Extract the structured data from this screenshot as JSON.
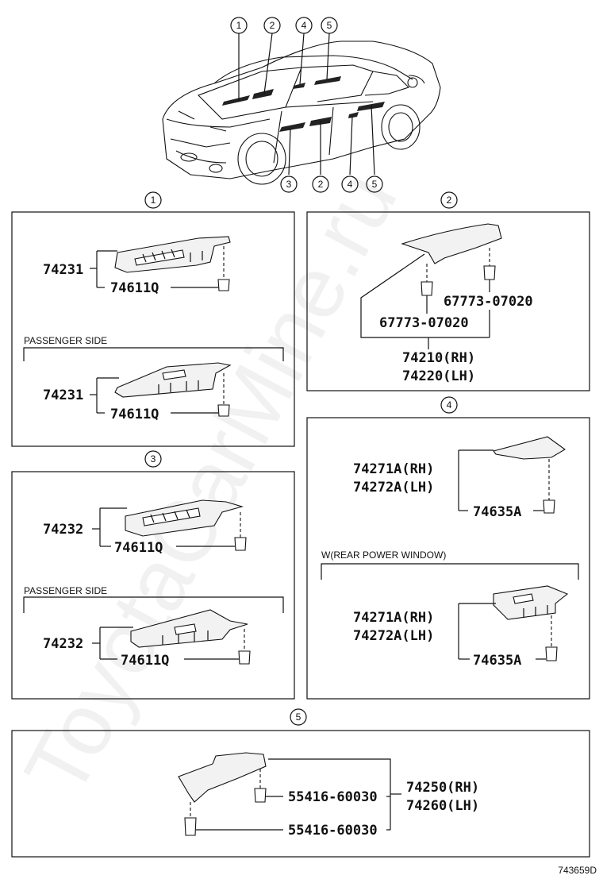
{
  "watermark": "ToyotaCarMine.ru",
  "figure_id": "743659D",
  "callouts": {
    "top": [
      "1",
      "2",
      "4",
      "5"
    ],
    "bottom": [
      "3",
      "2",
      "4",
      "5"
    ]
  },
  "panels": {
    "p1": {
      "callout": "1",
      "driver": {
        "part": "74231",
        "clip": "74611Q"
      },
      "passenger_label": "PASSENGER SIDE",
      "passenger": {
        "part": "74231",
        "clip": "74611Q"
      }
    },
    "p2": {
      "callout": "2",
      "clip_a": "67773-07020",
      "clip_b": "67773-07020",
      "rh": "74210(RH)",
      "lh": "74220(LH)"
    },
    "p3": {
      "callout": "3",
      "driver": {
        "part": "74232",
        "clip": "74611Q"
      },
      "passenger_label": "PASSENGER SIDE",
      "passenger": {
        "part": "74232",
        "clip": "74611Q"
      }
    },
    "p4": {
      "callout": "4",
      "upper": {
        "rh": "74271A(RH)",
        "lh": "74272A(LH)",
        "clip": "74635A"
      },
      "note": "W(REAR POWER WINDOW)",
      "lower": {
        "rh": "74271A(RH)",
        "lh": "74272A(LH)",
        "clip": "74635A"
      }
    },
    "p5": {
      "callout": "5",
      "clip_a": "55416-60030",
      "clip_b": "55416-60030",
      "rh": "74250(RH)",
      "lh": "74260(LH)"
    }
  }
}
